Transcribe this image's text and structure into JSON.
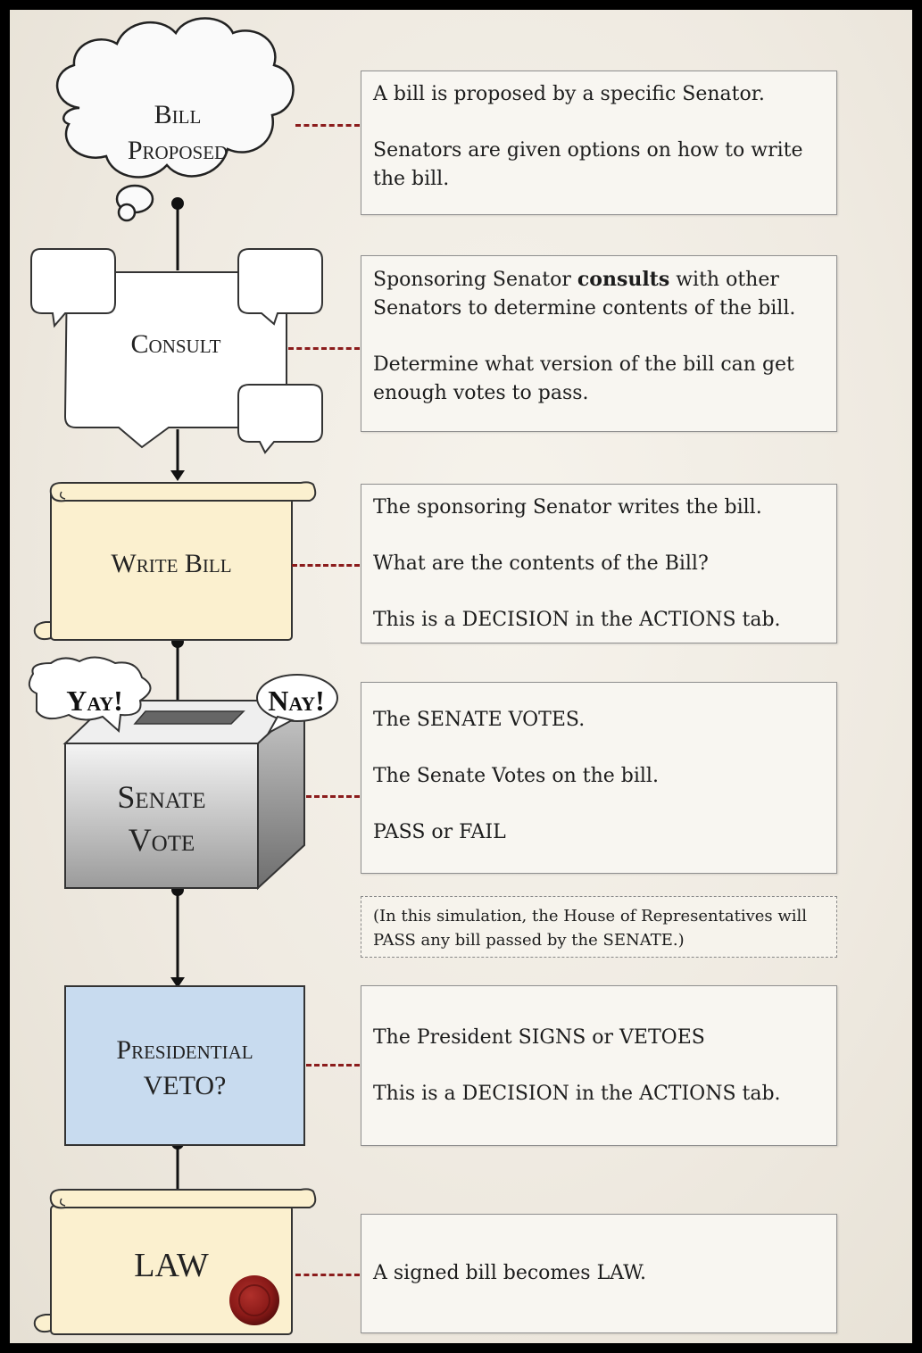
{
  "steps": [
    {
      "label_line1": "Bill",
      "label_line2": "Proposed",
      "text": [
        "A bill is proposed by a specific Senator.",
        "Senators are given options on how to write the bill."
      ]
    },
    {
      "label": "Consult",
      "text_1_before": "Sponsoring Senator ",
      "text_1_bold": "consults",
      "text_1_after": " with other Senators to determine contents of the bill.",
      "text_2": "Determine what version of the bill can get enough votes to pass."
    },
    {
      "label": "Write Bill",
      "text": [
        "The sponsoring Senator writes the bill.",
        "What are the contents of the Bill?",
        "This is a DECISION in the ACTIONS tab."
      ]
    },
    {
      "label_line1": "Senate",
      "label_line2": "Vote",
      "bubble_left": "Yay!",
      "bubble_right": "Nay!",
      "text": [
        "The SENATE VOTES.",
        "The Senate Votes on the bill.",
        "PASS or FAIL"
      ]
    },
    {
      "label_line1": "Presidential",
      "label_line2": "VETO?",
      "text": [
        "The President SIGNS or VETOES",
        "This is a DECISION in the ACTIONS tab."
      ]
    },
    {
      "label": "LAW",
      "text": [
        "A signed bill becomes LAW."
      ]
    }
  ],
  "note": "(In this simulation, the House of Representatives will PASS any bill passed by the SENATE.)",
  "colors": {
    "write_bill_fill": "#fbf0cf",
    "veto_fill": "#c8dbef",
    "law_fill": "#fbf0cf",
    "connector": "#8b1c1c",
    "seal": "#8a1a18"
  },
  "icons": [
    "thought-cloud-icon",
    "speech-bubble-icon",
    "scroll-icon",
    "ballot-box-icon",
    "wax-seal-icon"
  ]
}
